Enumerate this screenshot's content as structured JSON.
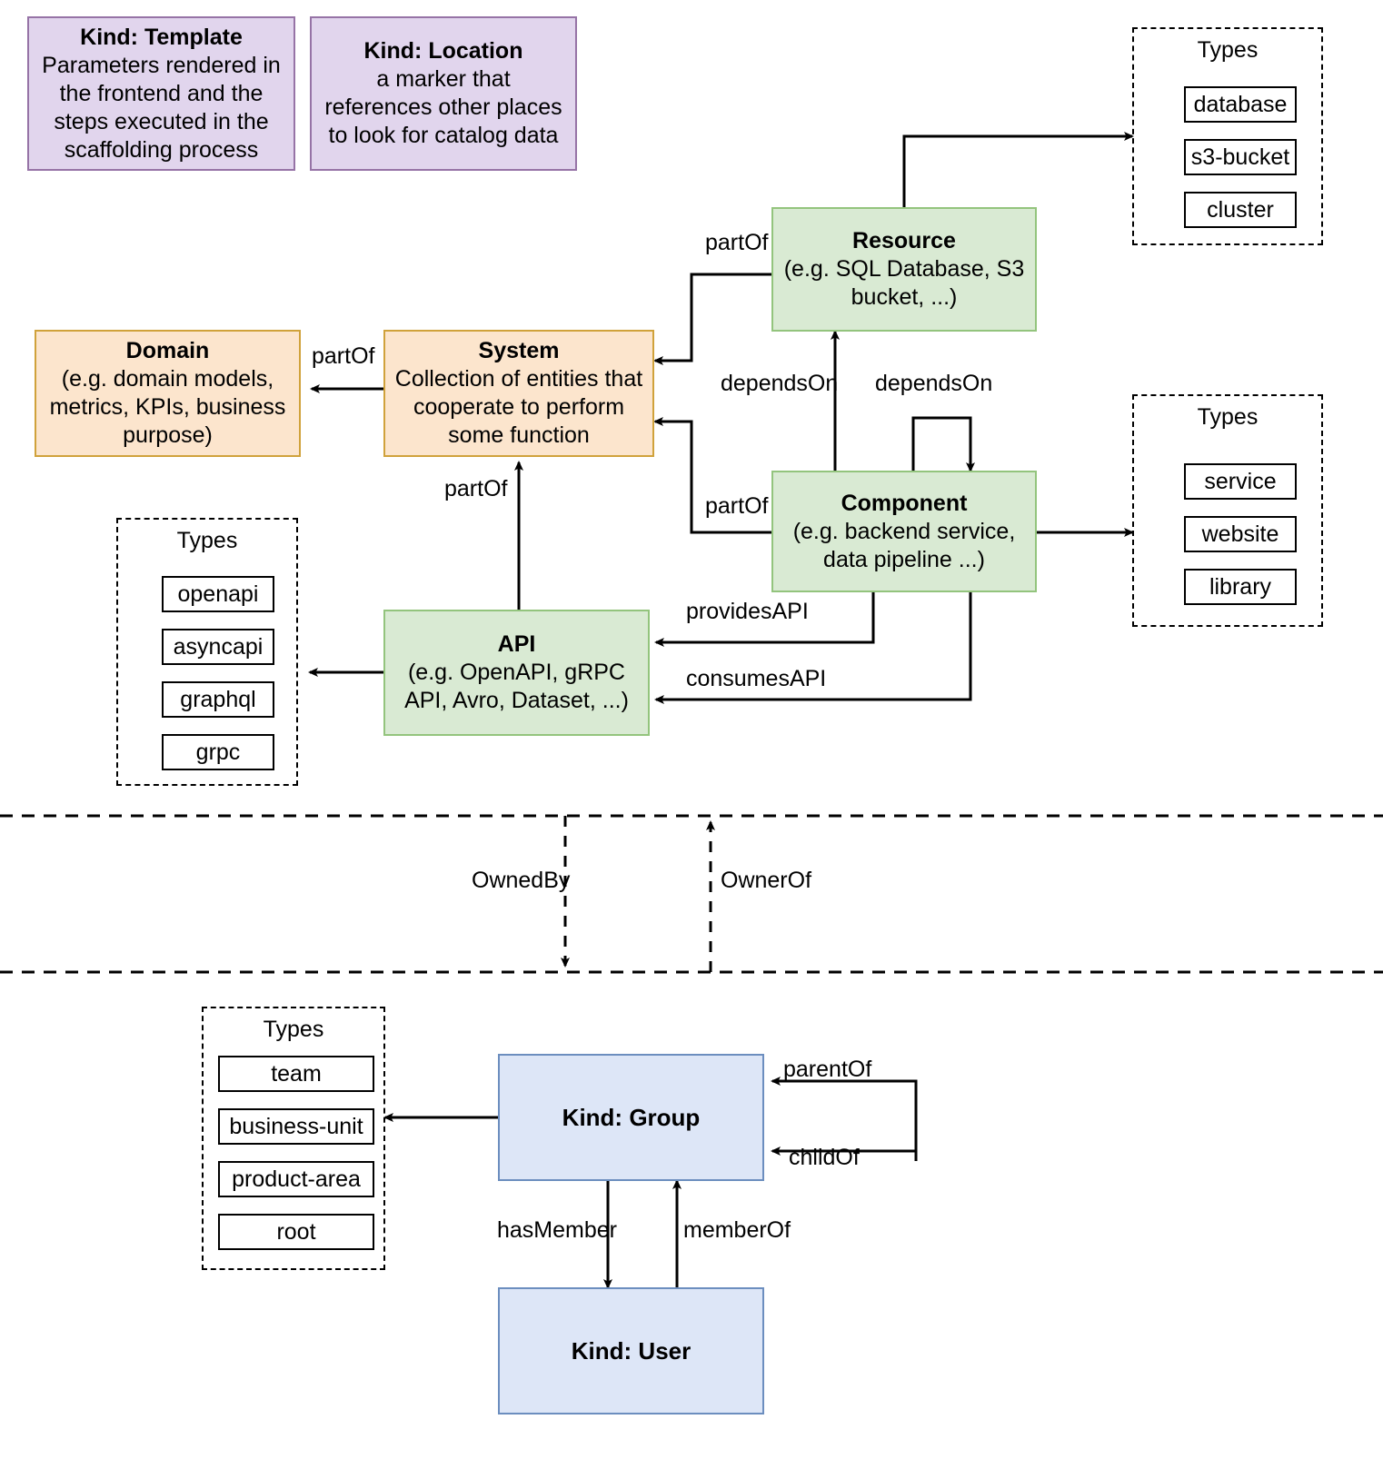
{
  "diagram": {
    "title": "Backstage catalog entity kinds and relations",
    "colors": {
      "purple_fill": "#e1d5ed",
      "purple_border": "#9673a6",
      "orange_fill": "#fce5cd",
      "orange_border": "#d0a23b",
      "green_fill": "#d9ead3",
      "green_border": "#93c47d",
      "blue_fill": "#dde6f7",
      "blue_border": "#6c8ebf",
      "line": "#000000"
    }
  },
  "nodes": {
    "template": {
      "title": "Kind: Template",
      "description": "Parameters rendered in the frontend and the steps executed in  the scaffolding process"
    },
    "location": {
      "title": "Kind: Location",
      "description": "a marker that references other places to look for catalog data"
    },
    "domain": {
      "title": "Domain",
      "description": "(e.g.  domain models, metrics, KPIs, business purpose)"
    },
    "system": {
      "title": "System",
      "description": "Collection of entities that cooperate to perform some function"
    },
    "resource": {
      "title": "Resource",
      "description": "(e.g. SQL Database, S3 bucket, ...)"
    },
    "component": {
      "title": "Component",
      "description": "(e.g. backend service, data pipeline ...)"
    },
    "api": {
      "title": "API",
      "description": "(e.g. OpenAPI, gRPC API, Avro, Dataset, ...)"
    },
    "group": {
      "title": "Kind: Group",
      "description": ""
    },
    "user": {
      "title": "Kind: User",
      "description": ""
    }
  },
  "type_groups": {
    "resource_types": {
      "label": "Types",
      "items": [
        "database",
        "s3-bucket",
        "cluster"
      ]
    },
    "component_types": {
      "label": "Types",
      "items": [
        "service",
        "website",
        "library"
      ]
    },
    "api_types": {
      "label": "Types",
      "items": [
        "openapi",
        "asyncapi",
        "graphql",
        "grpc"
      ]
    },
    "group_types": {
      "label": "Types",
      "items": [
        "team",
        "business-unit",
        "product-area",
        "root"
      ]
    }
  },
  "edges": {
    "system_partof_domain": "partOf",
    "resource_partof_system": "partOf",
    "component_partof_system": "partOf",
    "api_partof_system": "partOf",
    "component_dependson_resource": "dependsOn",
    "component_dependson_component": "dependsOn",
    "component_providesapi": "providesAPI",
    "component_consumesapi": "consumesAPI",
    "ownedby": "OwnedBy",
    "ownerof": "OwnerOf",
    "group_parentof": "parentOf",
    "group_childof": "childOf",
    "group_hasmember": "hasMember",
    "user_memberof": "memberOf"
  }
}
